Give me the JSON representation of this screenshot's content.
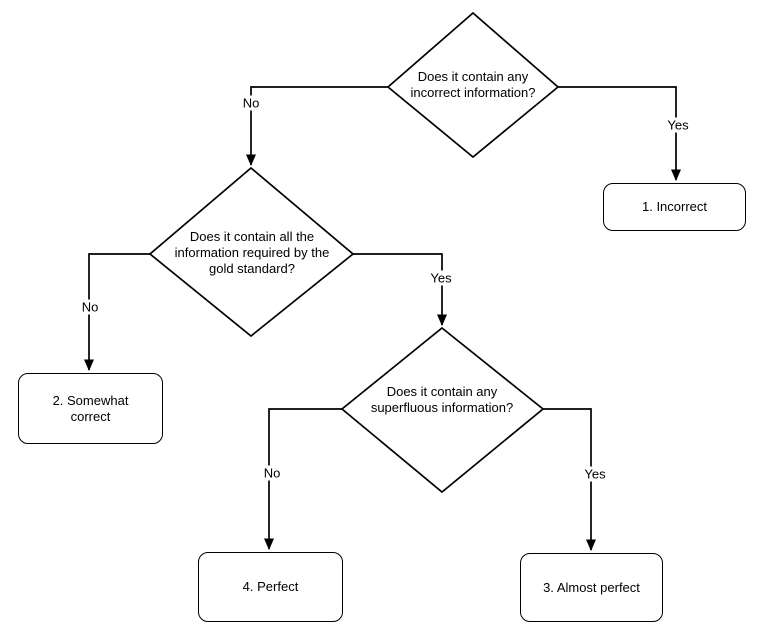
{
  "flowchart": {
    "background_color": "#ffffff",
    "line_color": "#000000",
    "text_color": "#000000",
    "nodes": {
      "decision_incorrect": {
        "type": "decision",
        "label": "Does it contain any incorrect information?"
      },
      "decision_complete": {
        "type": "decision",
        "label": "Does it contain all the information required by the gold standard?"
      },
      "decision_superfluous": {
        "type": "decision",
        "label": "Does it contain any superfluous information?"
      },
      "outcome_incorrect": {
        "type": "outcome",
        "label": "1. Incorrect"
      },
      "outcome_somewhat_correct": {
        "type": "outcome",
        "label": "2. Somewhat correct"
      },
      "outcome_almost_perfect": {
        "type": "outcome",
        "label": "3. Almost perfect"
      },
      "outcome_perfect": {
        "type": "outcome",
        "label": "4. Perfect"
      }
    },
    "edges": {
      "incorrect_yes": {
        "label": "Yes",
        "from": "decision_incorrect",
        "to": "outcome_incorrect"
      },
      "incorrect_no": {
        "label": "No",
        "from": "decision_incorrect",
        "to": "decision_complete"
      },
      "complete_no": {
        "label": "No",
        "from": "decision_complete",
        "to": "outcome_somewhat_correct"
      },
      "complete_yes": {
        "label": "Yes",
        "from": "decision_complete",
        "to": "decision_superfluous"
      },
      "superfluous_no": {
        "label": "No",
        "from": "decision_superfluous",
        "to": "outcome_perfect"
      },
      "superfluous_yes": {
        "label": "Yes",
        "from": "decision_superfluous",
        "to": "outcome_almost_perfect"
      }
    }
  }
}
